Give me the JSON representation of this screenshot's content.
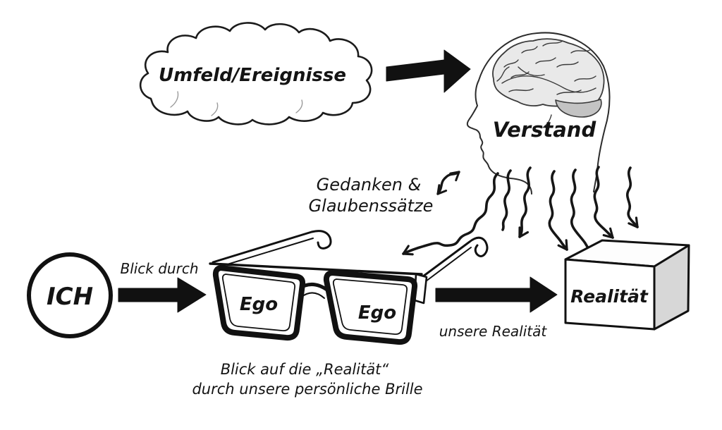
{
  "diagram": {
    "title_hint": "Ego / Realität diagram (German)",
    "cloud": {
      "label": "Umfeld/Ereignisse"
    },
    "head": {
      "label": "Verstand"
    },
    "thoughts": {
      "line1": "Gedanken &",
      "line2": "Glaubenssätze"
    },
    "self": {
      "label": "ICH"
    },
    "view_arrow": {
      "label": "Blick durch"
    },
    "glasses": {
      "left_lens_label": "Ego",
      "right_lens_label": "Ego"
    },
    "reality_arrow": {
      "label": "unsere Realität"
    },
    "box": {
      "label": "Realität"
    },
    "caption": {
      "line1": "Blick auf die „Realität“",
      "line2": "durch unsere persönliche Brille"
    },
    "colors": {
      "ink": "#161616",
      "background": "#ffffff",
      "brain_fill": "#e9e9e9",
      "cerebellum_fill": "#c3c3c3",
      "box_side_fill": "#d7d7d7",
      "cloud_texture": "#9a9a9a"
    }
  }
}
